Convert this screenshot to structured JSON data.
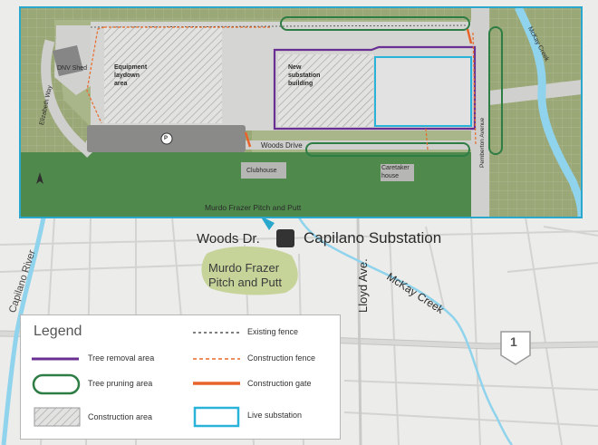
{
  "map": {
    "inset": {
      "labels": {
        "dnv_shed": "DNV Shed",
        "elizabeth_way": "Elizabeth Way",
        "equipment_laydown": [
          "Equipment",
          "laydown",
          "area"
        ],
        "new_substation": [
          "New",
          "substation",
          "building"
        ],
        "woods_drive": "Woods Drive",
        "clubhouse": "Clubhouse",
        "caretaker_house": [
          "Caretaker",
          "house"
        ],
        "pemberton_avenue": "Pemberton Avenue",
        "mckay_creek": "McKay Creek",
        "murdo_frazer": "Murdo Frazer Pitch and Putt",
        "north_arrow": "N",
        "parking_icon": "P"
      }
    },
    "overview": {
      "woods_dr": "Woods Dr.",
      "capilano_substation": "Capilano Substation",
      "murdo_frazer": [
        "Murdo Frazer",
        "Pitch and Putt"
      ],
      "lloyd_ave": "Lloyd Ave.",
      "mckay_creek": "McKay Creek",
      "capilano_river": "Capilano River",
      "highway_number": "1"
    },
    "legend": {
      "title": "Legend",
      "items": {
        "tree_removal": "Tree removal area",
        "tree_pruning": "Tree pruning area",
        "construction_area": "Construction area",
        "existing_fence": "Existing fence",
        "construction_fence": "Construction fence",
        "construction_gate": "Construction gate",
        "live_substation": "Live substation"
      }
    },
    "colors": {
      "tree_removal": "#6a2f92",
      "tree_pruning": "#2e7d45",
      "construction_fence": "#e86a2a",
      "construction_gate": "#e8632a",
      "live_substation": "#29b3d9",
      "inset_border": "#2aa7cc",
      "river": "#8fd3ec",
      "green_area": "#c6d49a",
      "grass": "#9aa776",
      "dark_green": "#4f8a4c"
    }
  }
}
